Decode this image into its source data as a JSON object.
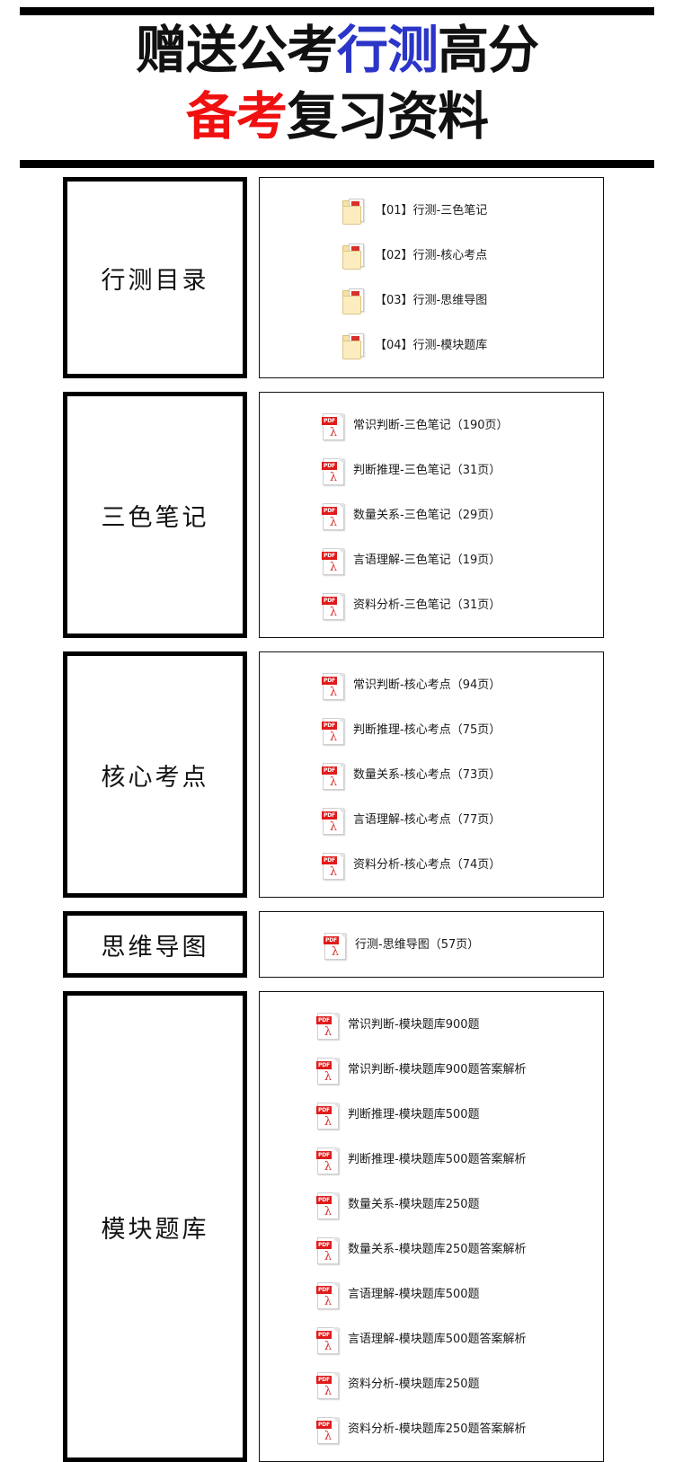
{
  "banner": {
    "line1": [
      {
        "text": "赠送公考",
        "color": "#111111"
      },
      {
        "text": "行测",
        "color": "#2b35c8"
      },
      {
        "text": "高分",
        "color": "#111111"
      }
    ],
    "line2": [
      {
        "text": "备考",
        "color": "#f01010"
      },
      {
        "text": "复习资料",
        "color": "#111111"
      }
    ],
    "line1_text": "赠送公考行测高分",
    "line2_text": "备考复习资料",
    "colors": {
      "accent_blue": "#2b35c8",
      "accent_red": "#f01010",
      "black": "#111111"
    }
  },
  "sections": [
    {
      "category": "行测目录",
      "icon": "folder-icon",
      "items": [
        {
          "label": "【01】行测-三色笔记"
        },
        {
          "label": "【02】行测-核心考点"
        },
        {
          "label": "【03】行测-思维导图"
        },
        {
          "label": "【04】行测-模块题库"
        }
      ]
    },
    {
      "category": "三色笔记",
      "icon": "pdf-icon",
      "items": [
        {
          "label": "常识判断-三色笔记（190页）"
        },
        {
          "label": "判断推理-三色笔记（31页）"
        },
        {
          "label": "数量关系-三色笔记（29页）"
        },
        {
          "label": "言语理解-三色笔记（19页）"
        },
        {
          "label": "资料分析-三色笔记（31页）"
        }
      ]
    },
    {
      "category": "核心考点",
      "icon": "pdf-icon",
      "items": [
        {
          "label": "常识判断-核心考点（94页）"
        },
        {
          "label": "判断推理-核心考点（75页）"
        },
        {
          "label": "数量关系-核心考点（73页）"
        },
        {
          "label": "言语理解-核心考点（77页）"
        },
        {
          "label": "资料分析-核心考点（74页）"
        }
      ]
    },
    {
      "category": "思维导图",
      "icon": "pdf-icon",
      "items": [
        {
          "label": "行测-思维导图（57页）"
        }
      ]
    },
    {
      "category": "模块题库",
      "icon": "pdf-icon",
      "items": [
        {
          "label": "常识判断-模块题库900题"
        },
        {
          "label": "常识判断-模块题库900题答案解析"
        },
        {
          "label": "判断推理-模块题库500题"
        },
        {
          "label": "判断推理-模块题库500题答案解析"
        },
        {
          "label": "数量关系-模块题库250题"
        },
        {
          "label": "数量关系-模块题库250题答案解析"
        },
        {
          "label": "言语理解-模块题库500题"
        },
        {
          "label": "言语理解-模块题库500题答案解析"
        },
        {
          "label": "资料分析-模块题库250题"
        },
        {
          "label": "资料分析-模块题库250题答案解析"
        }
      ]
    }
  ],
  "icon_labels": {
    "pdf_badge": "PDF",
    "acro_glyph": "λ"
  }
}
